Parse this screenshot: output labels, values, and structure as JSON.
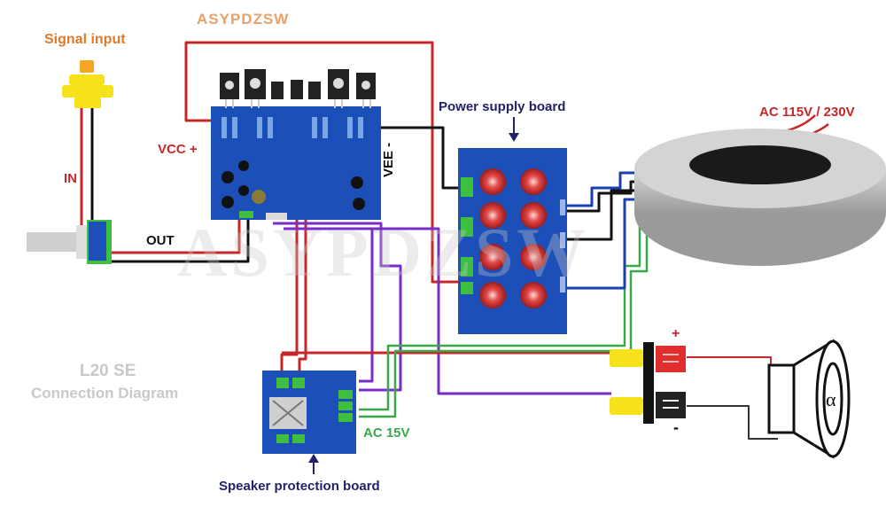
{
  "brand": "ASYPDZSW",
  "watermark": "ASYPDZSW",
  "labels": {
    "signal_input": "Signal input",
    "in": "IN",
    "vcc_plus": "VCC +",
    "vee_minus": "VEE -",
    "out": "OUT",
    "power_supply_board": "Power supply board",
    "ac_mains": "AC 115V / 230V",
    "ac_15v": "AC 15V",
    "speaker_protection_board": "Speaker protection board",
    "speaker_plus": "+",
    "speaker_minus": "-"
  },
  "caption": {
    "model": "L20 SE",
    "title": "Connection Diagram"
  },
  "colors": {
    "board_blue": "#1d4fb8",
    "wire_red": "#c62828",
    "wire_black": "#111111",
    "wire_purple": "#7a2cc7",
    "wire_green": "#3aa84a",
    "wire_blue": "#1a3fb0",
    "capacitor_red": "#d4262e",
    "connector_yellow": "#f5e21a",
    "pcb_green": "#3fbf3f"
  },
  "icons": [
    "rca-input-jack-icon",
    "volume-potentiometer-icon",
    "amplifier-board-icon",
    "power-supply-board-icon",
    "toroidal-transformer-icon",
    "speaker-protection-board-icon",
    "speaker-terminal-icon",
    "loudspeaker-icon"
  ]
}
